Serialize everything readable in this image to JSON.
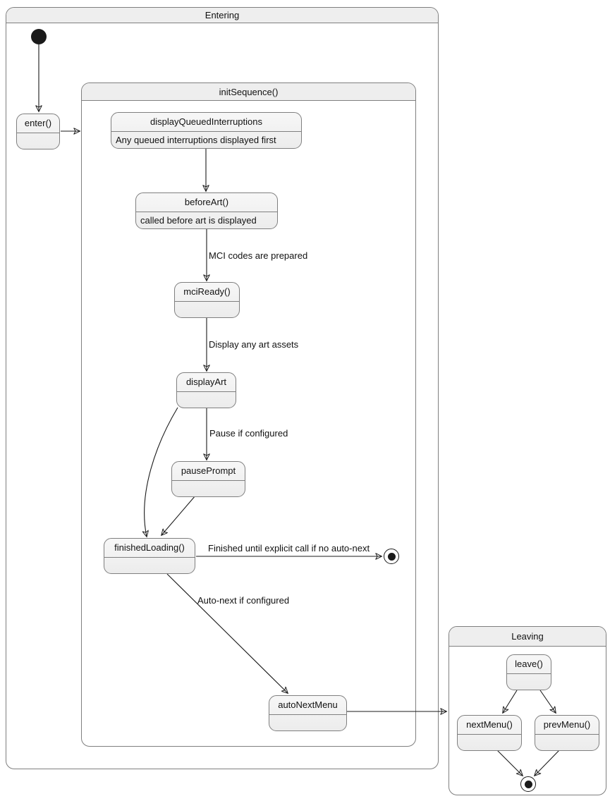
{
  "diagram": {
    "type": "uml-state-diagram",
    "containers": {
      "entering": {
        "title": "Entering"
      },
      "initSequence": {
        "title": "initSequence()"
      },
      "leaving": {
        "title": "Leaving"
      }
    },
    "states": {
      "enter": {
        "title": "enter()"
      },
      "displayQueuedInterruptions": {
        "title": "displayQueuedInterruptions",
        "body": "Any queued interruptions displayed first"
      },
      "beforeArt": {
        "title": "beforeArt()",
        "body": "called before art is displayed"
      },
      "mciReady": {
        "title": "mciReady()"
      },
      "displayArt": {
        "title": "displayArt"
      },
      "pausePrompt": {
        "title": "pausePrompt"
      },
      "finishedLoading": {
        "title": "finishedLoading()"
      },
      "autoNextMenu": {
        "title": "autoNextMenu"
      },
      "leave": {
        "title": "leave()"
      },
      "nextMenu": {
        "title": "nextMenu()"
      },
      "prevMenu": {
        "title": "prevMenu()"
      }
    },
    "edge_labels": {
      "mci_prepared": "MCI codes are prepared",
      "display_assets": "Display any art assets",
      "pause_if_configured": "Pause if configured",
      "finished_no_autonext": "Finished until explicit call if no auto-next",
      "autonext_if_configured": "Auto-next if configured"
    },
    "colors": {
      "background": "#ffffff",
      "node_fill": "#f1f1f1",
      "node_border": "#7f7f7f",
      "header_fill": "#eeeeee",
      "edge": "#1a1a1a",
      "text": "#111111"
    }
  }
}
